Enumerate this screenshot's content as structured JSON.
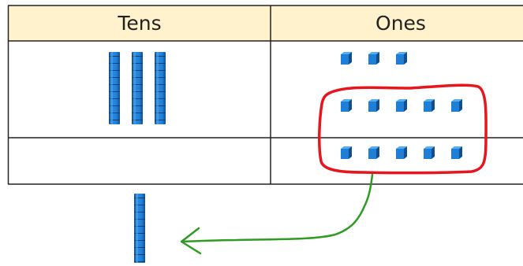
{
  "table": {
    "headers": [
      "Tens",
      "Ones"
    ],
    "header_fill": "#fff2cc",
    "border_color": "#222222"
  },
  "blocks": {
    "tens_rods_in_table": 3,
    "ones_cubes_row1": 3,
    "ones_cubes_row2": 5,
    "ones_cubes_row3": 5,
    "new_ten_rods_below": 1,
    "block_color": "#1f7fd6",
    "block_highlight": "#55aef0",
    "block_shadow": "#0f4f8f"
  },
  "annotations": {
    "group_outline_color": "#e5161c",
    "arrow_color": "#2e9b22"
  }
}
